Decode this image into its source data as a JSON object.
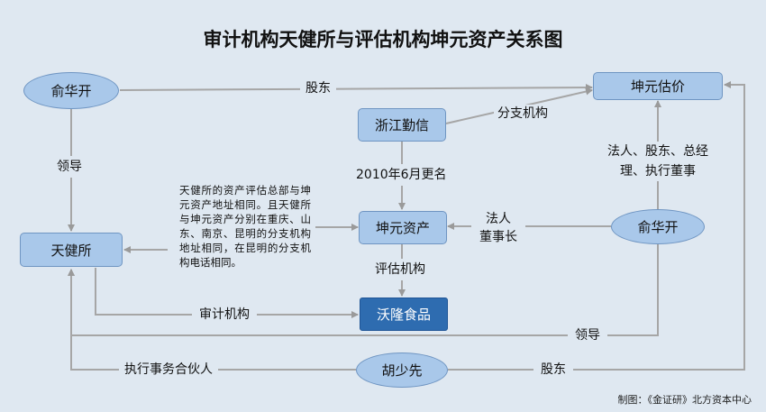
{
  "title": "审计机构天健所与评估机构坤元资产关系图",
  "nodes": {
    "yu_left": "俞华开",
    "kunyuan_gujia": "坤元估价",
    "zhejiang_qinxin": "浙江勤信",
    "tianjian": "天健所",
    "kunyuan_zichan": "坤元资产",
    "yu_right": "俞华开",
    "wolong": "沃隆食品",
    "hu_shaoxian": "胡少先"
  },
  "edges": {
    "shareholder_top": "股东",
    "branch": "分支机构",
    "lead_left": "领导",
    "rename": "2010年6月更名",
    "legal_rep_multi": "法人、股东、总经理、执行董事",
    "legal_chair": "法人董事长",
    "eval_agency": "评估机构",
    "audit_agency": "审计机构",
    "lead_bottom": "领导",
    "exec_partner": "执行事务合伙人",
    "shareholder_bottom": "股东"
  },
  "edge_labels": {
    "legal_rep_line1": "法人、股东、总经",
    "legal_rep_line2": "理、执行董事",
    "legal_chair_line1": "法人",
    "legal_chair_line2": "董事长"
  },
  "note": "天健所的资产评估总部与坤元资产地址相同。且天健所与坤元资产分别在重庆、山东、南京、昆明的分支机构地址相同，在昆明的分支机构电话相同。",
  "credit": "制图：《金证研》北方资本中心"
}
